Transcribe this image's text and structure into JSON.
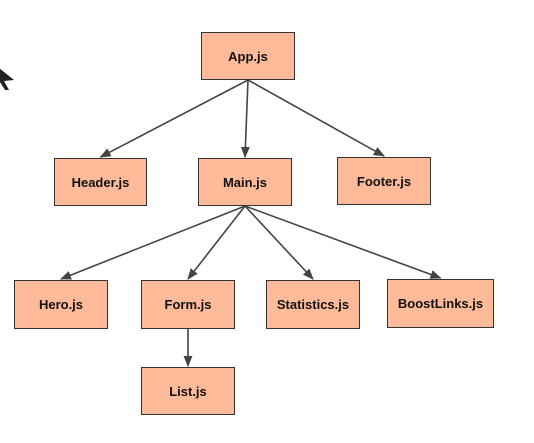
{
  "colors": {
    "node_fill": "#FFBB99",
    "node_border": "#333333",
    "edge": "#444444",
    "cursor": "#222222"
  },
  "diagram": {
    "nodes": {
      "app": {
        "label": "App.js"
      },
      "header": {
        "label": "Header.js"
      },
      "main": {
        "label": "Main.js"
      },
      "footer": {
        "label": "Footer.js"
      },
      "hero": {
        "label": "Hero.js"
      },
      "form": {
        "label": "Form.js"
      },
      "statistics": {
        "label": "Statistics.js"
      },
      "boostlinks": {
        "label": "BoostLinks.js"
      },
      "list": {
        "label": "List.js"
      }
    },
    "edges": [
      {
        "from": "app",
        "to": "header"
      },
      {
        "from": "app",
        "to": "main"
      },
      {
        "from": "app",
        "to": "footer"
      },
      {
        "from": "main",
        "to": "hero"
      },
      {
        "from": "main",
        "to": "form"
      },
      {
        "from": "main",
        "to": "statistics"
      },
      {
        "from": "main",
        "to": "boostlinks"
      },
      {
        "from": "form",
        "to": "list"
      }
    ]
  },
  "cursor_icon": "mouse-pointer-icon"
}
